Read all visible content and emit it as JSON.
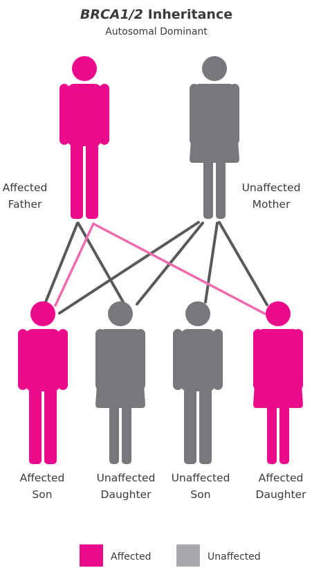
{
  "title": {
    "gene": "BRCA1/2",
    "rest": " Inheritance",
    "subtitle": "Autosomal Dominant"
  },
  "colors": {
    "affected": "#EC0A8C",
    "unaffected": "#77787B",
    "affected_line": "#EE6AAE",
    "unaffected_line": "#58595B",
    "legend_unaffected": "#A7A9AC",
    "text": "#3A3A3A"
  },
  "parents": {
    "father": {
      "line1": "Affected",
      "line2": "Father",
      "status": "affected",
      "figure": "man-icon"
    },
    "mother": {
      "line1": "Unaffected",
      "line2": "Mother",
      "status": "unaffected",
      "figure": "woman-icon"
    }
  },
  "children": [
    {
      "line1": "Affected",
      "line2": "Son",
      "status": "affected",
      "figure": "man-icon"
    },
    {
      "line1": "Unaffected",
      "line2": "Daughter",
      "status": "unaffected",
      "figure": "woman-icon"
    },
    {
      "line1": "Unaffected",
      "line2": "Son",
      "status": "unaffected",
      "figure": "man-icon"
    },
    {
      "line1": "Affected",
      "line2": "Daughter",
      "status": "affected",
      "figure": "woman-icon"
    }
  ],
  "legend": {
    "affected": "Affected",
    "unaffected": "Unaffected"
  }
}
